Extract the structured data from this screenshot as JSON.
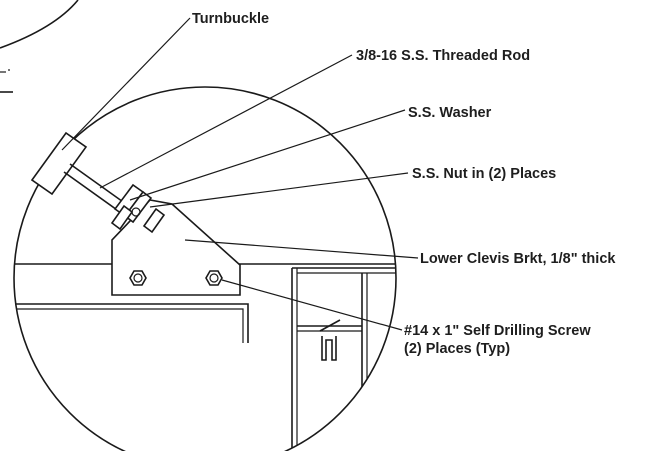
{
  "callouts": {
    "turnbuckle": "Turnbuckle",
    "threaded_rod": "3/8-16 S.S. Threaded Rod",
    "washer": "S.S. Washer",
    "nut": "S.S. Nut in (2) Places",
    "clevis": "Lower Clevis Brkt, 1/8\" thick",
    "screw_line1": "#14 x 1\" Self Drilling Screw",
    "screw_line2": "(2) Places (Typ)"
  },
  "colors": {
    "ink": "#1a1a1a",
    "background": "#ffffff"
  }
}
